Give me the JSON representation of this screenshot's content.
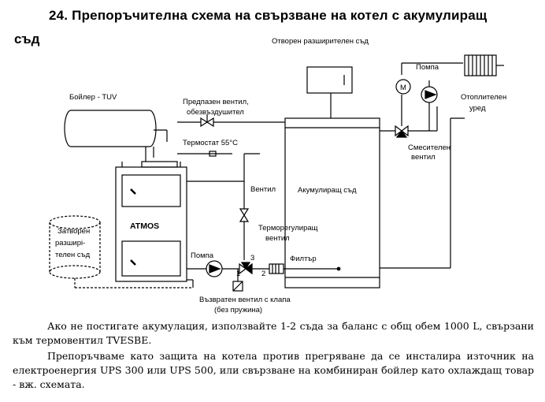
{
  "title_line1": "24. Препоръчителна схема на свързване на котел с акумулиращ",
  "title_line2": "съд",
  "labels": {
    "open_tank": "Отворен разширителен съд",
    "pump_top": "Помпа",
    "radiator": "Отоплителен",
    "radiator2": "уред",
    "boiler_tuv": "Бойлер - TUV",
    "safety_valve1": "Предпазен вентил,",
    "safety_valve2": "обезвъздушител",
    "thermostat": "Термостат 55°C",
    "mixing_valve1": "Смесителен",
    "mixing_valve2": "вентил",
    "accumulator": "Акумулиращ съд",
    "valve": "Вентил",
    "thermo_valve1": "Терморегулиращ",
    "thermo_valve2": "вентил",
    "closed_tank1": "Затворен",
    "closed_tank2": "разширi-",
    "closed_tank3": "телен съд",
    "atmos": "ATMOS",
    "pump_bottom": "Помпа",
    "filter": "Филтър",
    "check_valve1": "Възвратен вентил с клапа",
    "check_valve2": "(без пружина)",
    "m_letter": "M",
    "num1": "1",
    "num2": "2",
    "num3": "3"
  },
  "para1": "Ако не постигате акумулация, използвайте 1-2 съда за баланс с общ обем 1000 L, свързани към термовентил TVESBE.",
  "para2": "Препоръчваме като защита на котела против прегряване да се инсталира източник на електроенергия UPS 300 или UPS 500, или свързване на комбиниран бойлер като охлаждащ товар - вж. схемата."
}
